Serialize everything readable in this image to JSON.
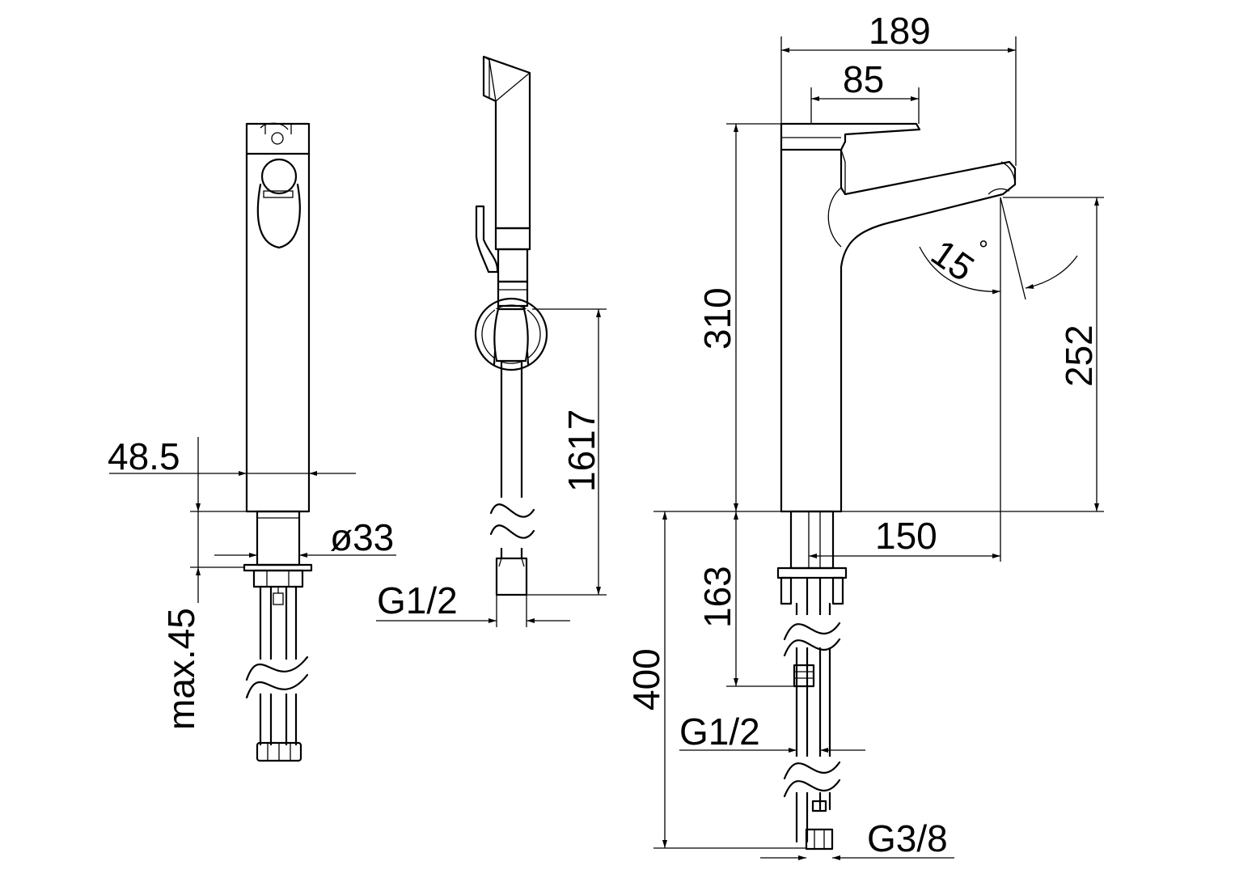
{
  "dimensions": {
    "d_48_5": "48.5",
    "d_33": "ø33",
    "d_max45": "max.45",
    "d_g12_left": "G1/2",
    "d_1617": "1617",
    "d_189": "189",
    "d_85": "85",
    "d_310": "310",
    "d_15": "15",
    "d_15_unit": "°",
    "d_252": "252",
    "d_150": "150",
    "d_163": "163",
    "d_400": "400",
    "d_g12_right": "G1/2",
    "d_g38": "G3/8"
  }
}
